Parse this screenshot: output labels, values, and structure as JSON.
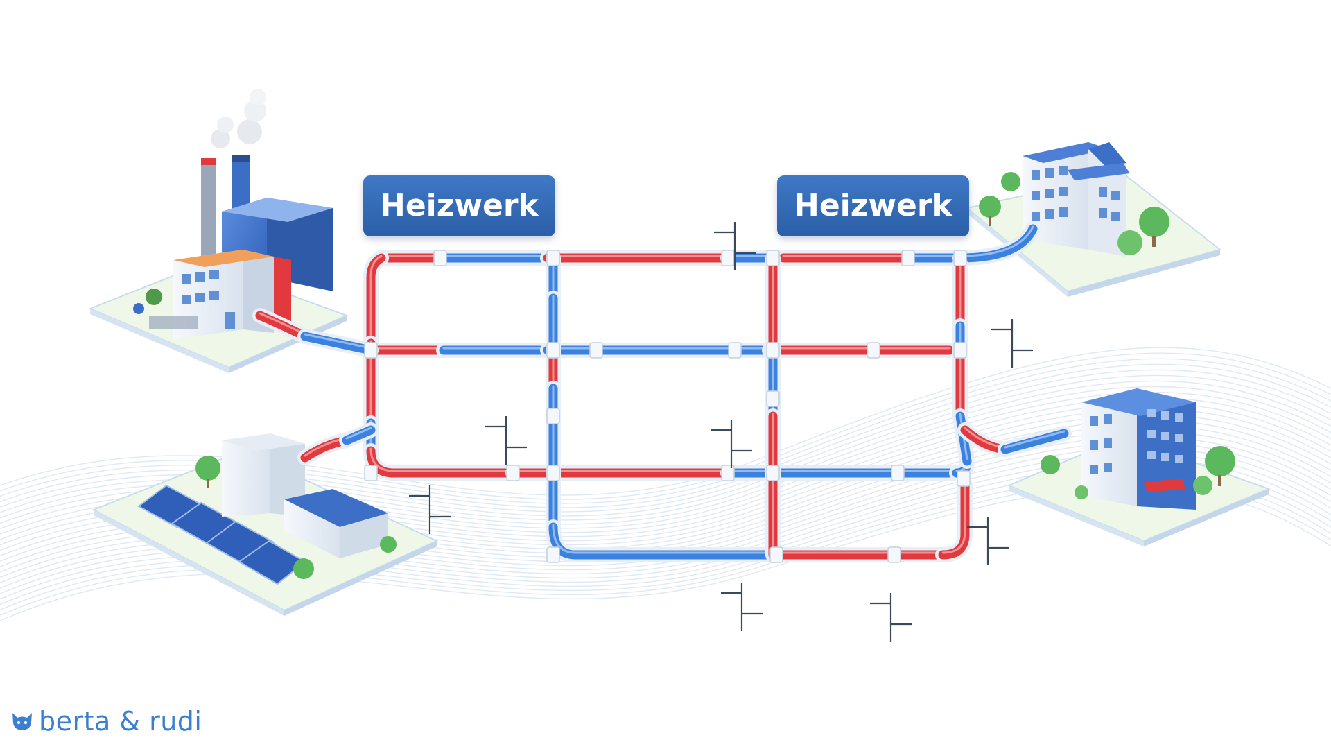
{
  "labels": {
    "plant_left": "Heizwerk",
    "plant_right": "Heizwerk"
  },
  "brand": {
    "name": "berta & rudi"
  },
  "colors": {
    "supply_pipe": "#e0393e",
    "return_pipe": "#3b82e0",
    "label_bg": "#2f66b0",
    "brand": "#3a7fd0",
    "building_blue": "#3d6fc7",
    "ground": "#e9f5e2"
  },
  "icons": {
    "brand": "cat-head-icon"
  }
}
